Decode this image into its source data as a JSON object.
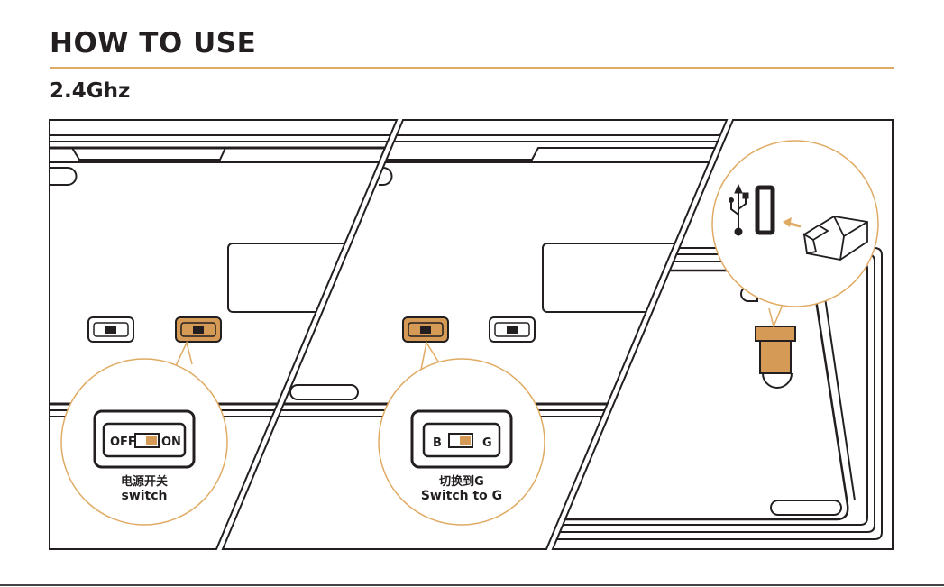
{
  "header": {
    "title": "HOW TO USE",
    "subtitle": "2.4Ghz"
  },
  "colors": {
    "accent": "#e0aa63",
    "switch_fill": "#d59a55",
    "line": "#231f20"
  },
  "steps": [
    {
      "name": "power-switch",
      "switch_left": "OFF",
      "switch_right": "ON",
      "caption_cn": "电源开关",
      "caption_en": "switch",
      "small_switch_label": "OFF ON"
    },
    {
      "name": "mode-switch",
      "switch_left": "B",
      "switch_right": "G",
      "caption_cn": "切换到G",
      "caption_en": "Switch to G"
    },
    {
      "name": "usb-receiver",
      "icon": "usb-icon"
    }
  ]
}
